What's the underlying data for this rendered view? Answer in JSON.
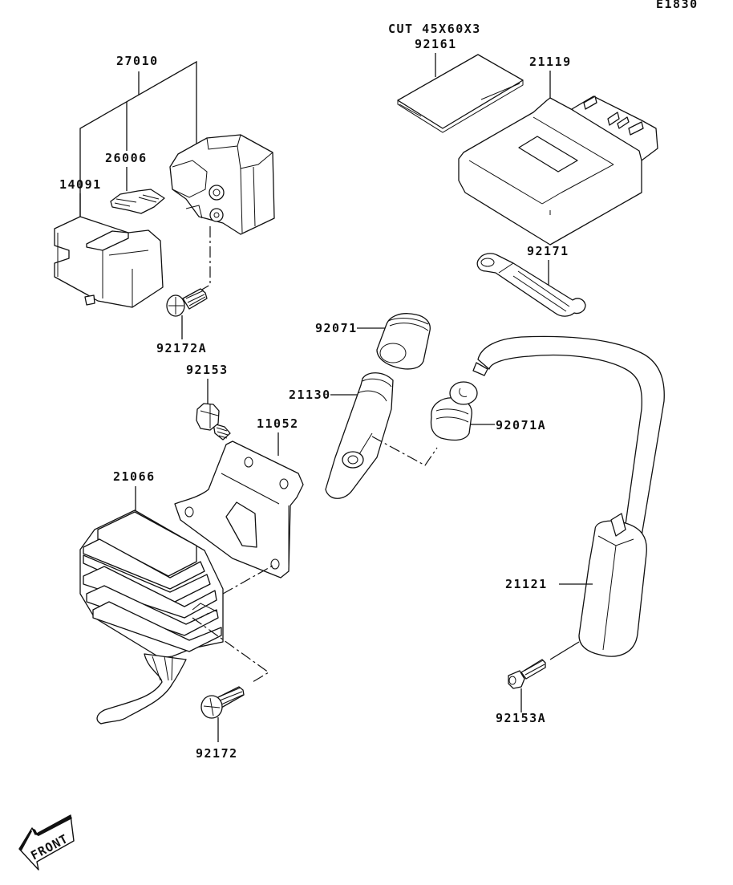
{
  "diagram": {
    "code": "E1830",
    "front_label": "FRONT",
    "parts": {
      "p27010": "27010",
      "p26006": "26006",
      "p14091": "14091",
      "p92172A": "92172A",
      "p92153": "92153",
      "p11052": "11052",
      "p21066": "21066",
      "p92172": "92172",
      "p92161_note": "CUT 45X60X3",
      "p92161": "92161",
      "p21119": "21119",
      "p92171": "92171",
      "p92071": "92071",
      "p21130": "21130",
      "p92071A": "92071A",
      "p21121": "21121",
      "p92153A": "92153A"
    }
  }
}
